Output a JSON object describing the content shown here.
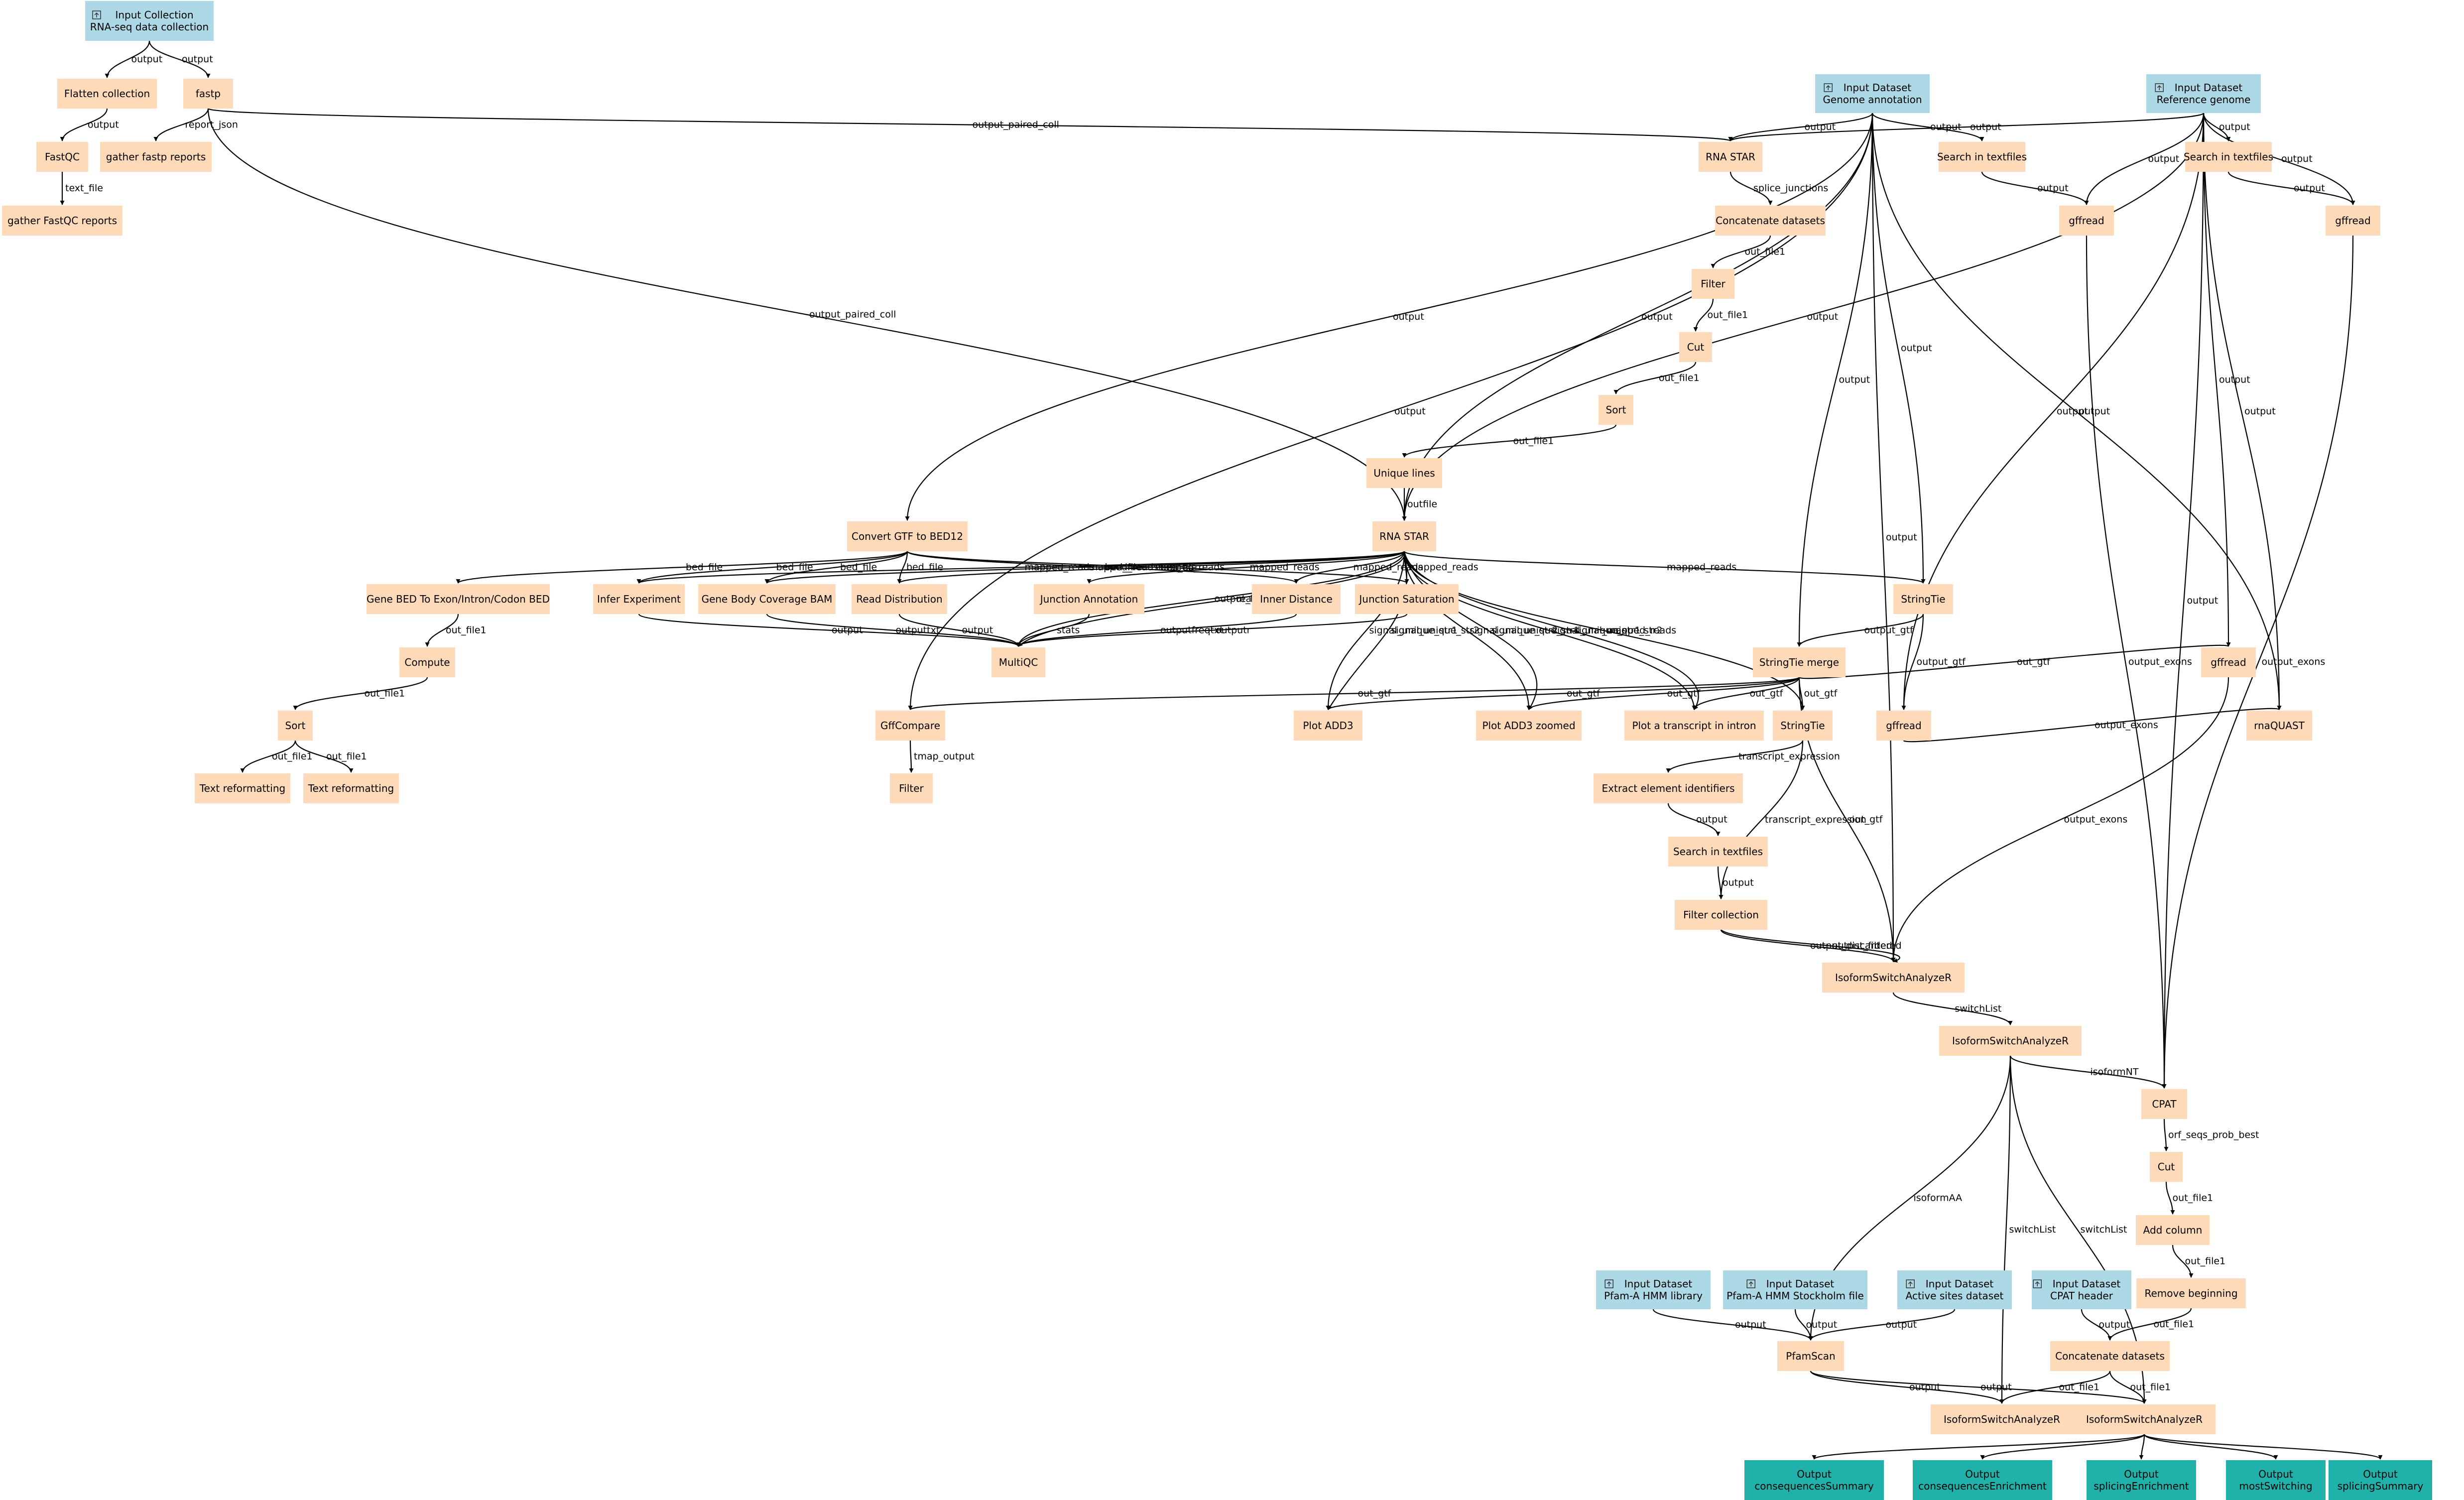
{
  "colors": {
    "input": "#add8e6",
    "step": "#ffdab9",
    "output": "#20b2aa"
  },
  "nodes": [
    {
      "id": "inCollection",
      "kind": "input",
      "icon": "upload-icon",
      "lines": [
        "Input Collection",
        "RNA-seq data collection"
      ]
    },
    {
      "id": "inGenomeAnno",
      "kind": "input",
      "icon": "upload-icon",
      "lines": [
        "Input Dataset",
        "Genome annotation"
      ]
    },
    {
      "id": "inRefGenome",
      "kind": "input",
      "icon": "upload-icon",
      "lines": [
        "Input Dataset",
        "Reference genome"
      ]
    },
    {
      "id": "inPfamLib",
      "kind": "input",
      "icon": "upload-icon",
      "lines": [
        "Input Dataset",
        "Pfam-A HMM library"
      ]
    },
    {
      "id": "inPfamStock",
      "kind": "input",
      "icon": "upload-icon",
      "lines": [
        "Input Dataset",
        "Pfam-A HMM Stockholm file"
      ]
    },
    {
      "id": "inActiveSites",
      "kind": "input",
      "icon": "upload-icon",
      "lines": [
        "Input Dataset",
        "Active sites dataset"
      ]
    },
    {
      "id": "inCpatHeader",
      "kind": "input",
      "icon": "upload-icon",
      "lines": [
        "Input Dataset",
        "CPAT header"
      ]
    },
    {
      "id": "flatten",
      "kind": "step",
      "lines": [
        "Flatten collection"
      ]
    },
    {
      "id": "fastp",
      "kind": "step",
      "lines": [
        "fastp"
      ]
    },
    {
      "id": "fastqc",
      "kind": "step",
      "lines": [
        "FastQC"
      ]
    },
    {
      "id": "gatherFastp",
      "kind": "step",
      "lines": [
        "gather fastp reports"
      ]
    },
    {
      "id": "gatherFastqc",
      "kind": "step",
      "lines": [
        "gather FastQC reports"
      ]
    },
    {
      "id": "rnaStar1",
      "kind": "step",
      "lines": [
        "RNA STAR"
      ]
    },
    {
      "id": "searchText1",
      "kind": "step",
      "lines": [
        "Search in textfiles"
      ]
    },
    {
      "id": "searchText2",
      "kind": "step",
      "lines": [
        "Search in textfiles"
      ]
    },
    {
      "id": "gffread1",
      "kind": "step",
      "lines": [
        "gffread"
      ]
    },
    {
      "id": "gffread2",
      "kind": "step",
      "lines": [
        "gffread"
      ]
    },
    {
      "id": "concat1",
      "kind": "step",
      "lines": [
        "Concatenate datasets"
      ]
    },
    {
      "id": "filter1",
      "kind": "step",
      "lines": [
        "Filter"
      ]
    },
    {
      "id": "cut1",
      "kind": "step",
      "lines": [
        "Cut"
      ]
    },
    {
      "id": "sort1",
      "kind": "step",
      "lines": [
        "Sort"
      ]
    },
    {
      "id": "uniqueLines",
      "kind": "step",
      "lines": [
        "Unique lines"
      ]
    },
    {
      "id": "convertGtf",
      "kind": "step",
      "lines": [
        "Convert GTF to BED12"
      ]
    },
    {
      "id": "rnaStar2",
      "kind": "step",
      "lines": [
        "RNA STAR"
      ]
    },
    {
      "id": "geneBed",
      "kind": "step",
      "lines": [
        "Gene BED To Exon/Intron/Codon BED"
      ]
    },
    {
      "id": "inferExp",
      "kind": "step",
      "lines": [
        "Infer Experiment"
      ]
    },
    {
      "id": "geneBody",
      "kind": "step",
      "lines": [
        "Gene Body Coverage BAM"
      ]
    },
    {
      "id": "readDist",
      "kind": "step",
      "lines": [
        "Read Distribution"
      ]
    },
    {
      "id": "junctionAnno",
      "kind": "step",
      "lines": [
        "Junction Annotation"
      ]
    },
    {
      "id": "innerDist",
      "kind": "step",
      "lines": [
        "Inner Distance"
      ]
    },
    {
      "id": "junctionSat",
      "kind": "step",
      "lines": [
        "Junction Saturation"
      ]
    },
    {
      "id": "stringtie1",
      "kind": "step",
      "lines": [
        "StringTie"
      ]
    },
    {
      "id": "compute",
      "kind": "step",
      "lines": [
        "Compute"
      ]
    },
    {
      "id": "multiqc",
      "kind": "step",
      "lines": [
        "MultiQC"
      ]
    },
    {
      "id": "stringtieMerge",
      "kind": "step",
      "lines": [
        "StringTie merge"
      ]
    },
    {
      "id": "gffread3",
      "kind": "step",
      "lines": [
        "gffread"
      ]
    },
    {
      "id": "sort2",
      "kind": "step",
      "lines": [
        "Sort"
      ]
    },
    {
      "id": "gffcompare",
      "kind": "step",
      "lines": [
        "GffCompare"
      ]
    },
    {
      "id": "plotAdd3",
      "kind": "step",
      "lines": [
        "Plot ADD3"
      ]
    },
    {
      "id": "plotAdd3Zoom",
      "kind": "step",
      "lines": [
        "Plot ADD3 zoomed"
      ]
    },
    {
      "id": "plotIntron",
      "kind": "step",
      "lines": [
        "Plot a transcript in intron"
      ]
    },
    {
      "id": "stringtie2",
      "kind": "step",
      "lines": [
        "StringTie"
      ]
    },
    {
      "id": "gffread4",
      "kind": "step",
      "lines": [
        "gffread"
      ]
    },
    {
      "id": "rnaquast",
      "kind": "step",
      "lines": [
        "rnaQUAST"
      ]
    },
    {
      "id": "textRef1",
      "kind": "step",
      "lines": [
        "Text reformatting"
      ]
    },
    {
      "id": "textRef2",
      "kind": "step",
      "lines": [
        "Text reformatting"
      ]
    },
    {
      "id": "filter2",
      "kind": "step",
      "lines": [
        "Filter"
      ]
    },
    {
      "id": "extractIds",
      "kind": "step",
      "lines": [
        "Extract element identifiers"
      ]
    },
    {
      "id": "searchText3",
      "kind": "step",
      "lines": [
        "Search in textfiles"
      ]
    },
    {
      "id": "filterCollection",
      "kind": "step",
      "lines": [
        "Filter collection"
      ]
    },
    {
      "id": "isaR1",
      "kind": "step",
      "lines": [
        "IsoformSwitchAnalyzeR"
      ]
    },
    {
      "id": "isaR2",
      "kind": "step",
      "lines": [
        "IsoformSwitchAnalyzeR"
      ]
    },
    {
      "id": "cpat",
      "kind": "step",
      "lines": [
        "CPAT"
      ]
    },
    {
      "id": "cut2",
      "kind": "step",
      "lines": [
        "Cut"
      ]
    },
    {
      "id": "addColumn",
      "kind": "step",
      "lines": [
        "Add column"
      ]
    },
    {
      "id": "removeBeginning",
      "kind": "step",
      "lines": [
        "Remove beginning"
      ]
    },
    {
      "id": "pfamscan",
      "kind": "step",
      "lines": [
        "PfamScan"
      ]
    },
    {
      "id": "concat2",
      "kind": "step",
      "lines": [
        "Concatenate datasets"
      ]
    },
    {
      "id": "isaR3",
      "kind": "step",
      "lines": [
        "IsoformSwitchAnalyzeR"
      ]
    },
    {
      "id": "isaR4",
      "kind": "step",
      "lines": [
        "IsoformSwitchAnalyzeR"
      ]
    },
    {
      "id": "outConsSummary",
      "kind": "output",
      "lines": [
        "Output",
        "consequencesSummary"
      ]
    },
    {
      "id": "outConsEnrich",
      "kind": "output",
      "lines": [
        "Output",
        "consequencesEnrichment"
      ]
    },
    {
      "id": "outSplicEnrich",
      "kind": "output",
      "lines": [
        "Output",
        "splicingEnrichment"
      ]
    },
    {
      "id": "outMostSwitch",
      "kind": "output",
      "lines": [
        "Output",
        "mostSwitching"
      ]
    },
    {
      "id": "outSplicSummary",
      "kind": "output",
      "lines": [
        "Output",
        "splicingSummary"
      ]
    }
  ],
  "edges": [
    {
      "from": "inCollection",
      "to": "flatten",
      "label": "output"
    },
    {
      "from": "inCollection",
      "to": "fastp",
      "label": "output"
    },
    {
      "from": "flatten",
      "to": "fastqc",
      "label": "output"
    },
    {
      "from": "fastp",
      "to": "gatherFastp",
      "label": "report_json"
    },
    {
      "from": "fastqc",
      "to": "gatherFastqc",
      "label": "text_file"
    },
    {
      "from": "fastp",
      "to": "rnaStar1",
      "label": "output_paired_coll"
    },
    {
      "from": "fastp",
      "to": "rnaStar2",
      "label": "output_paired_coll"
    },
    {
      "from": "inGenomeAnno",
      "to": "rnaStar1",
      "label": "output"
    },
    {
      "from": "inRefGenome",
      "to": "rnaStar1",
      "label": "output"
    },
    {
      "from": "inGenomeAnno",
      "to": "searchText1",
      "label": "output"
    },
    {
      "from": "inRefGenome",
      "to": "searchText2",
      "label": "output"
    },
    {
      "from": "searchText1",
      "to": "gffread1",
      "label": "output"
    },
    {
      "from": "inRefGenome",
      "to": "gffread1",
      "label": "output"
    },
    {
      "from": "searchText2",
      "to": "gffread2",
      "label": "output"
    },
    {
      "from": "inRefGenome",
      "to": "gffread2",
      "label": "output"
    },
    {
      "from": "inGenomeAnno",
      "to": "convertGtf",
      "label": "output"
    },
    {
      "from": "inGenomeAnno",
      "to": "gffcompare",
      "label": "output"
    },
    {
      "from": "inGenomeAnno",
      "to": "rnaStar2",
      "label": "output"
    },
    {
      "from": "inRefGenome",
      "to": "rnaStar2",
      "label": "output"
    },
    {
      "from": "inGenomeAnno",
      "to": "stringtie1",
      "label": "output"
    },
    {
      "from": "inGenomeAnno",
      "to": "stringtieMerge",
      "label": "output"
    },
    {
      "from": "inGenomeAnno",
      "to": "isaR1",
      "label": "output"
    },
    {
      "from": "inGenomeAnno",
      "to": "rnaquast",
      "label": "output"
    },
    {
      "from": "inRefGenome",
      "to": "gffread3",
      "label": "output"
    },
    {
      "from": "inRefGenome",
      "to": "gffread4",
      "label": "output"
    },
    {
      "from": "inRefGenome",
      "to": "rnaquast",
      "label": "output"
    },
    {
      "from": "inRefGenome",
      "to": "cpat",
      "label": "output"
    },
    {
      "from": "rnaStar1",
      "to": "concat1",
      "label": "splice_junctions"
    },
    {
      "from": "concat1",
      "to": "filter1",
      "label": "out_file1"
    },
    {
      "from": "filter1",
      "to": "cut1",
      "label": "out_file1"
    },
    {
      "from": "cut1",
      "to": "sort1",
      "label": "out_file1"
    },
    {
      "from": "sort1",
      "to": "uniqueLines",
      "label": "out_file1"
    },
    {
      "from": "uniqueLines",
      "to": "rnaStar2",
      "label": "outfile"
    },
    {
      "from": "convertGtf",
      "to": "geneBed",
      "label": "bed_file"
    },
    {
      "from": "convertGtf",
      "to": "inferExp",
      "label": "bed_file"
    },
    {
      "from": "convertGtf",
      "to": "geneBody",
      "label": "bed_file"
    },
    {
      "from": "convertGtf",
      "to": "readDist",
      "label": "bed_file"
    },
    {
      "from": "convertGtf",
      "to": "innerDist",
      "label": "bed_file"
    },
    {
      "from": "convertGtf",
      "to": "junctionSat",
      "label": "bed_file"
    },
    {
      "from": "rnaStar2",
      "to": "inferExp",
      "label": "mapped_reads"
    },
    {
      "from": "rnaStar2",
      "to": "geneBody",
      "label": "mapped_reads"
    },
    {
      "from": "rnaStar2",
      "to": "readDist",
      "label": "mapped_reads"
    },
    {
      "from": "rnaStar2",
      "to": "junctionAnno",
      "label": "mapped_reads"
    },
    {
      "from": "rnaStar2",
      "to": "innerDist",
      "label": "mapped_reads"
    },
    {
      "from": "rnaStar2",
      "to": "junctionSat",
      "label": "mapped_reads"
    },
    {
      "from": "rnaStar2",
      "to": "stringtie1",
      "label": "mapped_reads"
    },
    {
      "from": "rnaStar2",
      "to": "stringtie2",
      "label": "mapped_reads"
    },
    {
      "from": "rnaStar2",
      "to": "multiqc",
      "label": "output_log"
    },
    {
      "from": "rnaStar2",
      "to": "multiqc",
      "label": "reads_per_gene"
    },
    {
      "from": "rnaStar2",
      "to": "plotAdd3",
      "label": "signal_unique_str1"
    },
    {
      "from": "rnaStar2",
      "to": "plotAdd3",
      "label": "signal_unique_str2"
    },
    {
      "from": "rnaStar2",
      "to": "plotAdd3Zoom",
      "label": "signal_unique_str2"
    },
    {
      "from": "rnaStar2",
      "to": "plotAdd3Zoom",
      "label": "signal_unique_str1"
    },
    {
      "from": "rnaStar2",
      "to": "plotIntron",
      "label": "signal_unique_str1"
    },
    {
      "from": "rnaStar2",
      "to": "plotIntron",
      "label": "signal_unique_str2"
    },
    {
      "from": "geneBed",
      "to": "compute",
      "label": "out_file1"
    },
    {
      "from": "compute",
      "to": "sort2",
      "label": "out_file1"
    },
    {
      "from": "sort2",
      "to": "textRef1",
      "label": "out_file1"
    },
    {
      "from": "sort2",
      "to": "textRef2",
      "label": "out_file1"
    },
    {
      "from": "inferExp",
      "to": "multiqc",
      "label": "output"
    },
    {
      "from": "geneBody",
      "to": "multiqc",
      "label": "outputtxt"
    },
    {
      "from": "readDist",
      "to": "multiqc",
      "label": "output"
    },
    {
      "from": "junctionAnno",
      "to": "multiqc",
      "label": "stats"
    },
    {
      "from": "innerDist",
      "to": "multiqc",
      "label": "outputfreqtxt"
    },
    {
      "from": "junctionSat",
      "to": "multiqc",
      "label": "outputr"
    },
    {
      "from": "stringtie1",
      "to": "stringtieMerge",
      "label": "output_gtf"
    },
    {
      "from": "stringtie1",
      "to": "gffread4",
      "label": "output_gtf"
    },
    {
      "from": "gffread4",
      "to": "rnaquast",
      "label": "output_exons"
    },
    {
      "from": "stringtieMerge",
      "to": "gffcompare",
      "label": "out_gtf"
    },
    {
      "from": "stringtieMerge",
      "to": "plotAdd3",
      "label": "out_gtf"
    },
    {
      "from": "stringtieMerge",
      "to": "plotAdd3Zoom",
      "label": "out_gtf"
    },
    {
      "from": "stringtieMerge",
      "to": "plotIntron",
      "label": "out_gtf"
    },
    {
      "from": "stringtieMerge",
      "to": "stringtie2",
      "label": "out_gtf"
    },
    {
      "from": "stringtieMerge",
      "to": "gffread3",
      "label": "out_gtf"
    },
    {
      "from": "stringtieMerge",
      "to": "isaR1",
      "label": "out_gtf"
    },
    {
      "from": "gffcompare",
      "to": "filter2",
      "label": "tmap_output"
    },
    {
      "from": "stringtie2",
      "to": "extractIds",
      "label": "transcript_expression"
    },
    {
      "from": "stringtie2",
      "to": "filterCollection",
      "label": "transcript_expression"
    },
    {
      "from": "extractIds",
      "to": "searchText3",
      "label": "output"
    },
    {
      "from": "searchText3",
      "to": "filterCollection",
      "label": "output"
    },
    {
      "from": "filterCollection",
      "to": "isaR1",
      "label": "output_discarded"
    },
    {
      "from": "filterCollection",
      "to": "isaR1",
      "label": "output_filtered"
    },
    {
      "from": "gffread3",
      "to": "isaR1",
      "label": "output_exons"
    },
    {
      "from": "isaR1",
      "to": "isaR2",
      "label": "switchList"
    },
    {
      "from": "gffread1",
      "to": "cpat",
      "label": "output_exons"
    },
    {
      "from": "gffread2",
      "to": "cpat",
      "label": "output_exons"
    },
    {
      "from": "isaR2",
      "to": "cpat",
      "label": "isoformNT"
    },
    {
      "from": "isaR2",
      "to": "pfamscan",
      "label": "isoformAA"
    },
    {
      "from": "isaR2",
      "to": "isaR3",
      "label": "switchList"
    },
    {
      "from": "isaR2",
      "to": "isaR4",
      "label": "switchList"
    },
    {
      "from": "cpat",
      "to": "cut2",
      "label": "orf_seqs_prob_best"
    },
    {
      "from": "cut2",
      "to": "addColumn",
      "label": "out_file1"
    },
    {
      "from": "addColumn",
      "to": "removeBeginning",
      "label": "out_file1"
    },
    {
      "from": "removeBeginning",
      "to": "concat2",
      "label": "out_file1"
    },
    {
      "from": "inCpatHeader",
      "to": "concat2",
      "label": "output"
    },
    {
      "from": "inPfamLib",
      "to": "pfamscan",
      "label": "output"
    },
    {
      "from": "inPfamStock",
      "to": "pfamscan",
      "label": "output"
    },
    {
      "from": "inActiveSites",
      "to": "pfamscan",
      "label": "output"
    },
    {
      "from": "pfamscan",
      "to": "isaR3",
      "label": "output"
    },
    {
      "from": "pfamscan",
      "to": "isaR4",
      "label": "output"
    },
    {
      "from": "concat2",
      "to": "isaR3",
      "label": "out_file1"
    },
    {
      "from": "concat2",
      "to": "isaR4",
      "label": "out_file1"
    },
    {
      "from": "isaR4",
      "to": "outConsSummary",
      "label": ""
    },
    {
      "from": "isaR4",
      "to": "outConsEnrich",
      "label": ""
    },
    {
      "from": "isaR4",
      "to": "outSplicEnrich",
      "label": ""
    },
    {
      "from": "isaR4",
      "to": "outMostSwitch",
      "label": ""
    },
    {
      "from": "isaR4",
      "to": "outSplicSummary",
      "label": ""
    }
  ]
}
